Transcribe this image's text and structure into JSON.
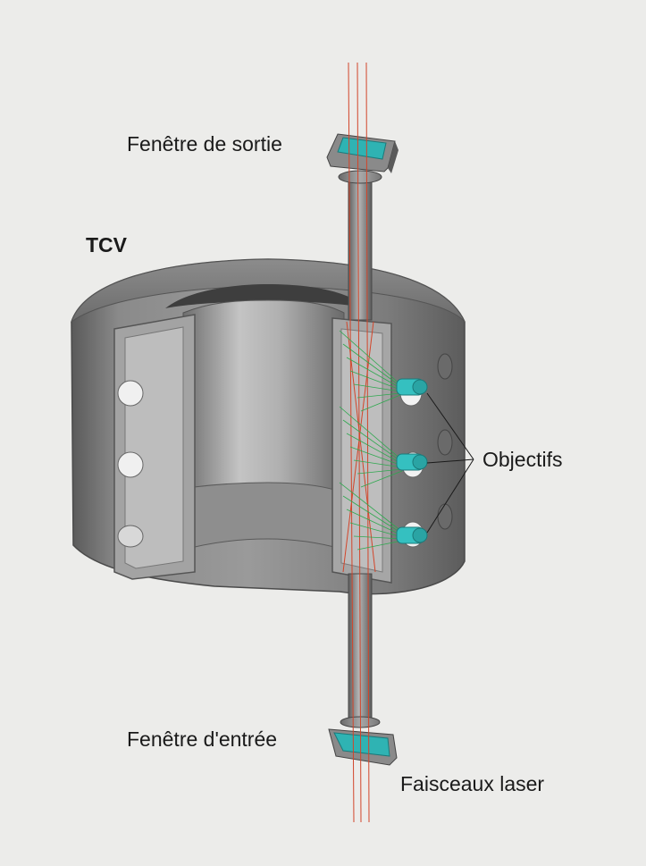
{
  "labels": {
    "exit_window": "Fenêtre de sortie",
    "tcv": "TCV",
    "objectives": "Objectifs",
    "entry_window": "Fenêtre d'entrée",
    "laser_beams": "Faisceaux laser"
  },
  "colors": {
    "background": "#ececea",
    "vessel": "#7a7a7a",
    "laser": "#d2452a",
    "light_rays": "#2fa84f",
    "optics": "#35c0c0"
  }
}
